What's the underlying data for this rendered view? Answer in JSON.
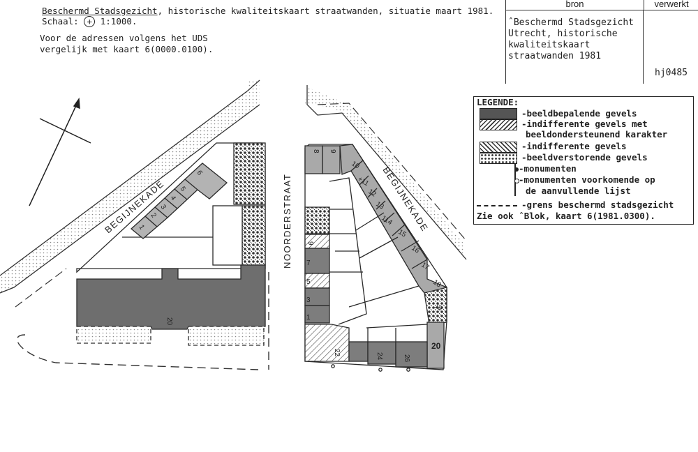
{
  "header": {
    "title_underlined": "Beschermd Stadsgezicht",
    "title_rest": ", historische kwaliteitskaart straatwanden, situatie maart 1981.",
    "scale_label": "Schaal:",
    "scale_symbol": "+",
    "scale_value": "1:1000.",
    "note_line1": "Voor de adressen volgens het UDS",
    "note_line2": "vergelijk met kaart 6(0000.0100)."
  },
  "source_table": {
    "col_bron": "bron",
    "col_verwerkt": "verwerkt",
    "bron_lines": [
      "ˆBeschermd Stadsgezicht",
      "Utrecht, historische",
      "kwaliteitskaart",
      "straatwanden 1981"
    ],
    "verwerkt": "hj0485"
  },
  "legend": {
    "title": "LEGENDE:",
    "items": [
      "-beeldbepalende gevels",
      "-indifferente gevels met",
      "beeldondersteunend karakter",
      "-indifferente gevels",
      "-beeldverstorende gevels",
      "-monumenten",
      "-monumenten voorkomende op",
      "de aanvullende lijst",
      "-grens beschermd stadsgezicht",
      "Zie ook ˆBlok, kaart 6(1981.0300)."
    ]
  },
  "map": {
    "streets": {
      "begijnekade_left": "BEGIJNEKADE",
      "begijnekade_right": "BEGIJNEKADE",
      "noorderstraat": "NOORDERSTRAAT"
    },
    "left_block_numbers": [
      "1",
      "2",
      "3",
      "4",
      "5",
      "6",
      "20"
    ],
    "right_block_numbers": [
      "8",
      "9",
      "10",
      "+11",
      "12",
      "13",
      "114",
      "15",
      "16",
      "17",
      "18",
      "19",
      "20",
      "22",
      "24",
      "26",
      "9",
      "7",
      "5",
      "3",
      "1"
    ]
  },
  "colors": {
    "dark_fill": "#6e6e6e",
    "grey_fill": "#a9a9a9",
    "line": "#2a2a2a"
  }
}
